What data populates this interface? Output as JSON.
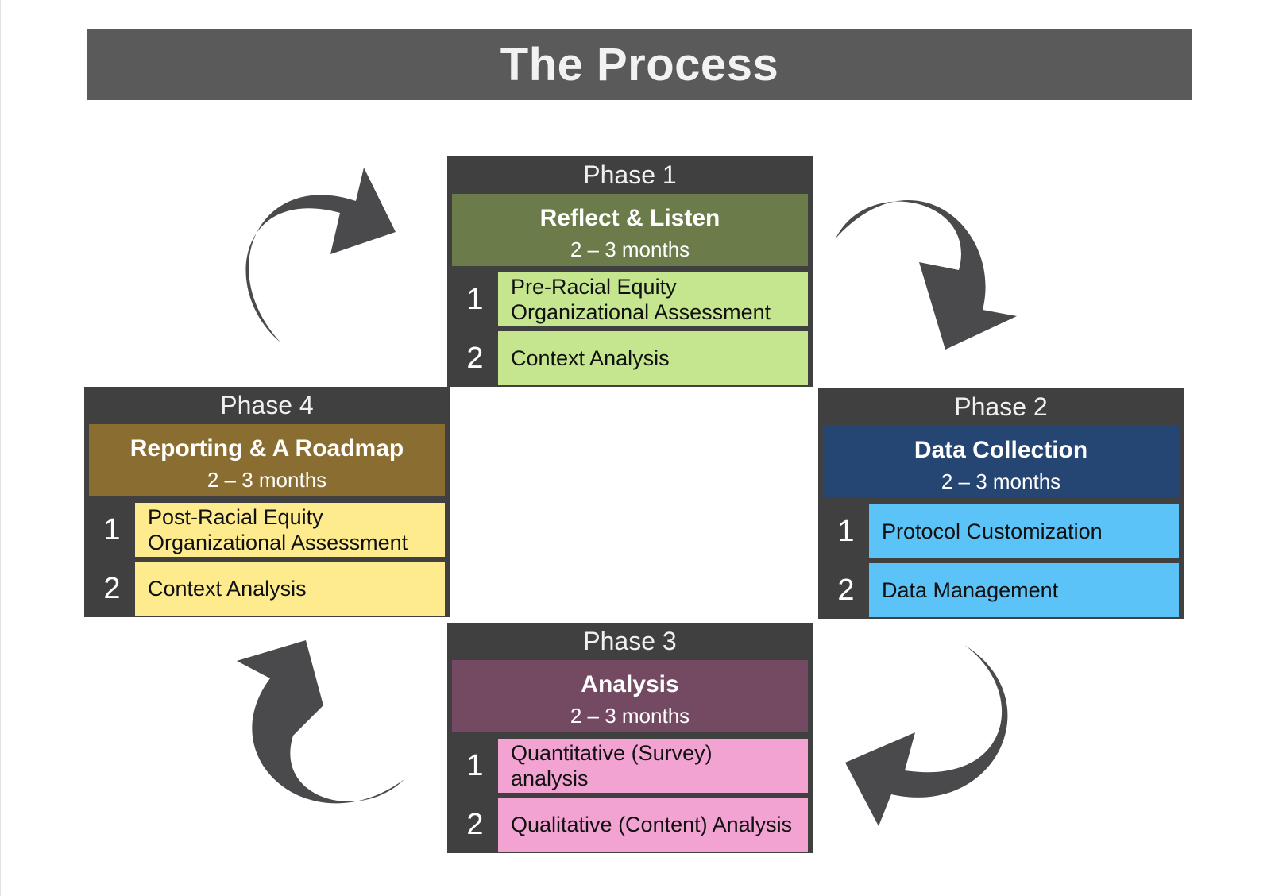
{
  "title": "The Process",
  "colors": {
    "title_bg": "#5a5a5a",
    "frame": "#404040",
    "arrow": "#4a4a4c"
  },
  "phases": [
    {
      "label": "Phase 1",
      "name": "Reflect & Listen",
      "duration": "2 – 3 months",
      "header_color": "#6b7c4a",
      "item_color": "#c5e68e",
      "steps": [
        {
          "num": "1",
          "text": "Pre-Racial Equity Organizational Assessment"
        },
        {
          "num": "2",
          "text": "Context Analysis"
        }
      ]
    },
    {
      "label": "Phase 2",
      "name": "Data Collection",
      "duration": "2 – 3 months",
      "header_color": "#254673",
      "item_color": "#5bc3f7",
      "steps": [
        {
          "num": "1",
          "text": "Protocol Customization"
        },
        {
          "num": "2",
          "text": "Data Management"
        }
      ]
    },
    {
      "label": "Phase 3",
      "name": "Analysis",
      "duration": "2 – 3 months",
      "header_color": "#734a62",
      "item_color": "#f3a3d1",
      "steps": [
        {
          "num": "1",
          "text": "Quantitative (Survey) analysis"
        },
        {
          "num": "2",
          "text": "Qualitative (Content) Analysis"
        }
      ]
    },
    {
      "label": "Phase 4",
      "name": "Reporting & A Roadmap",
      "duration": "2 – 3 months",
      "header_color": "#8a6d31",
      "item_color": "#fdeb8e",
      "steps": [
        {
          "num": "1",
          "text": "Post-Racial Equity Organizational Assessment"
        },
        {
          "num": "2",
          "text": "Context Analysis"
        }
      ]
    }
  ]
}
